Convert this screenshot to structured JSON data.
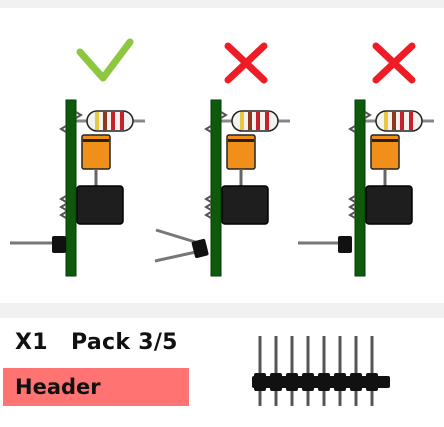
{
  "part": {
    "quantity_label": "X1",
    "pack_label": "Pack 3/5",
    "name_label": "Header"
  },
  "examples": [
    {
      "status": "correct",
      "icon": "checkmark-icon",
      "color": "#8dc63f"
    },
    {
      "status": "incorrect",
      "icon": "cross-icon",
      "color": "#ee1c24"
    },
    {
      "status": "incorrect",
      "icon": "cross-icon",
      "color": "#ee1c24"
    }
  ],
  "colors": {
    "accent_bar": "#ff7373",
    "pcb": "#0d5a0d",
    "check": "#8dc63f",
    "cross": "#ee1c24",
    "capacitor": "#f0901a"
  }
}
